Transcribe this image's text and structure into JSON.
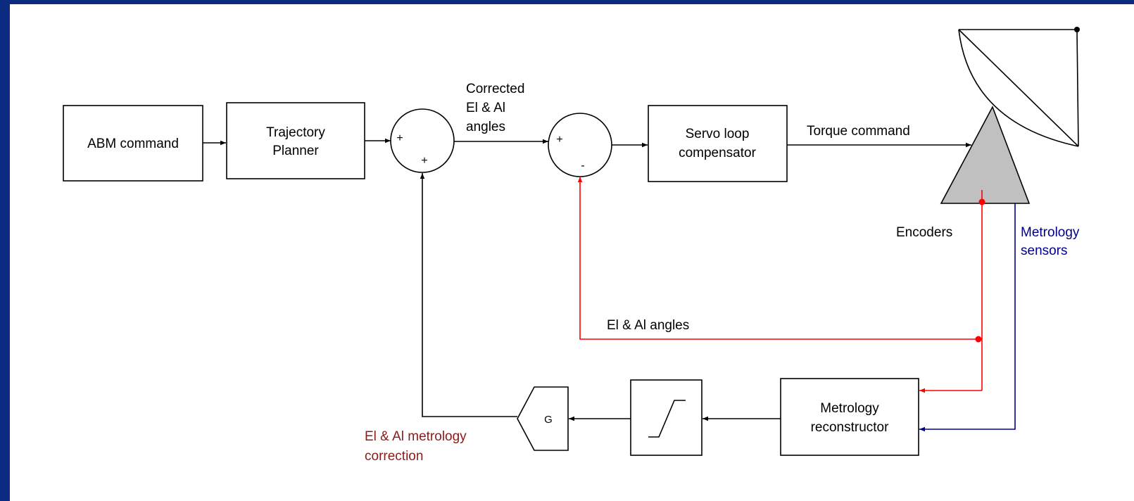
{
  "colors": {
    "frame": "#0b2a80",
    "canvas": "#ffffff",
    "line": "#000000",
    "encoder": "#ff0000",
    "metrology": "#00008b",
    "correction_text": "#8b1a1a",
    "base_fill": "#c0c0c0"
  },
  "blocks": {
    "abm_command": "ABM command",
    "trajectory_planner_line1": "Trajectory",
    "trajectory_planner_line2": "Planner",
    "servo_line1": "Servo loop",
    "servo_line2": "compensator",
    "metrology_line1": "Metrology",
    "metrology_line2": "reconstructor",
    "gain": "G"
  },
  "junctions": {
    "sum1_top": "+",
    "sum1_bottom": "+",
    "sum2_top": "+",
    "sum2_bottom": "-"
  },
  "signals": {
    "corrected_line1": "Corrected",
    "corrected_line2": "El & Al",
    "corrected_line3": "angles",
    "torque_command": "Torque command",
    "encoders": "Encoders",
    "metrology_sensors_line1": "Metrology",
    "metrology_sensors_line2": "sensors",
    "el_al_angles": "El & Al angles",
    "correction_line1": "El & Al metrology",
    "correction_line2": "correction"
  }
}
